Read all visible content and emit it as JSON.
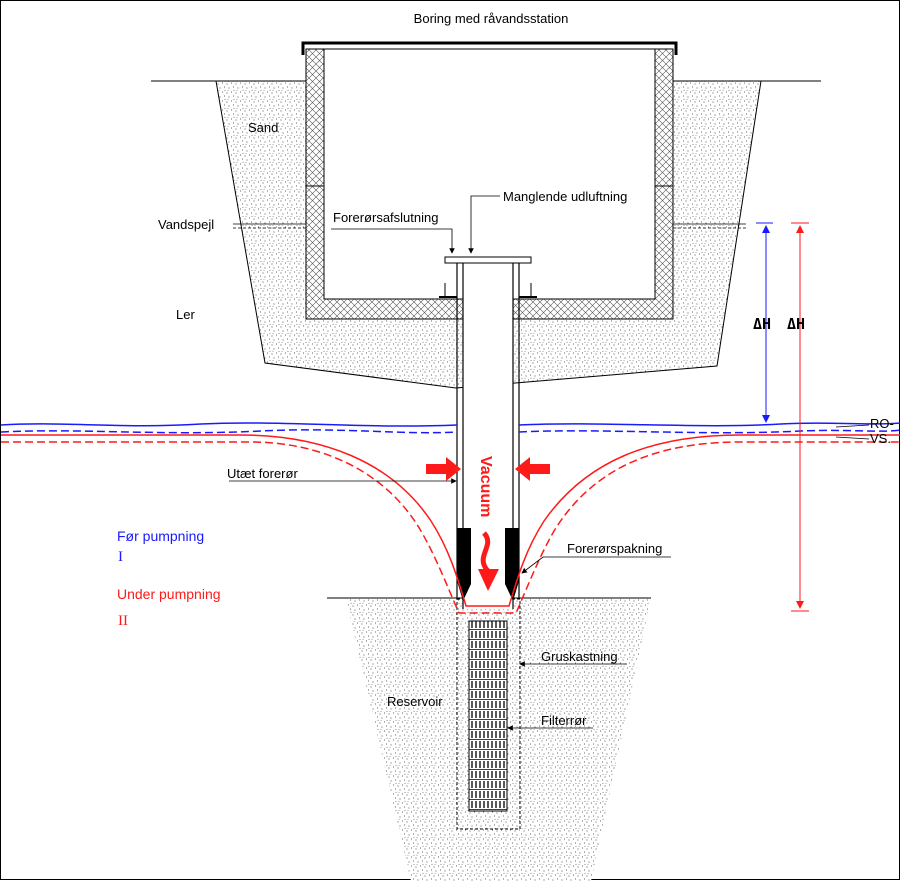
{
  "title": "Boring med råvandsstation",
  "labels": {
    "sand": "Sand",
    "vandspejl": "Vandspejl",
    "ler": "Ler",
    "forerorsafslutning": "Forerørsafslutning",
    "manglende_udluftning": "Manglende udluftning",
    "delta_h_1": "ΔH",
    "delta_h_2": "ΔH",
    "ro": "RO-",
    "vs": "VS.",
    "uteet_foreror": "Utæt forerør",
    "vacuum": "Vacuum",
    "forerorspakning": "Forerørspakning",
    "gruskastning": "Gruskastning",
    "reservoir": "Reservoir",
    "filterror": "Filterrør"
  },
  "legend": {
    "before": {
      "label": "Før pumpning",
      "roman": "I",
      "color": "#1a1aff"
    },
    "during": {
      "label": "Under pumpning",
      "roman": "II",
      "color": "#ff1a1a"
    }
  }
}
